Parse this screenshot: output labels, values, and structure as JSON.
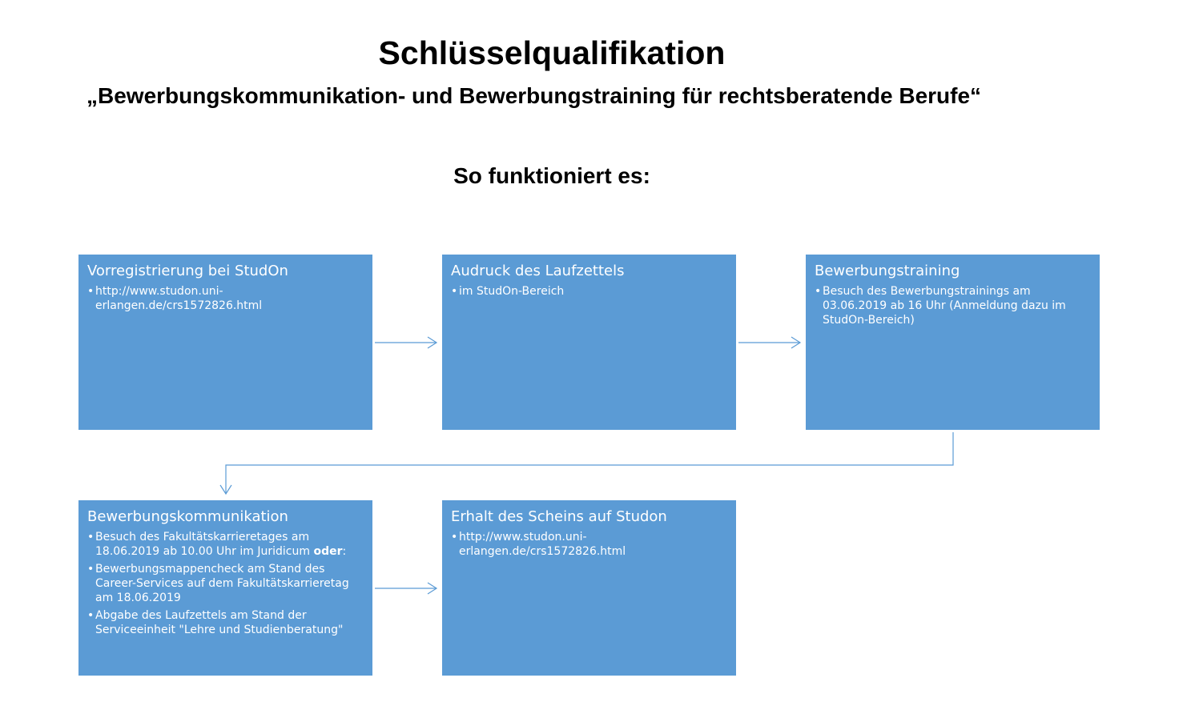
{
  "header": {
    "title": "Schlüsselqualifikation",
    "subtitle": "„Bewerbungskommunikation- und Bewerbungstraining für rechtsberatende Berufe“",
    "section_heading": "So funktioniert es:"
  },
  "colors": {
    "box_fill": "#5b9bd5",
    "box_text": "#ffffff",
    "connector": "#5b9bd5"
  },
  "steps": [
    {
      "title": "Vorregistrierung bei StudOn",
      "bullets": [
        "http://www.studon.uni-erlangen.de/crs1572826.html"
      ]
    },
    {
      "title": "Audruck des Laufzettels",
      "bullets": [
        "im StudOn-Bereich"
      ]
    },
    {
      "title": "Bewerbungstraining",
      "bullets": [
        "Besuch des Bewerbungstrainings am 03.06.2019 ab 16 Uhr (Anmeldung dazu im StudOn-Bereich)"
      ]
    },
    {
      "title": "Bewerbungskommunikation",
      "bullets": [
        {
          "text": "Besuch des Fakultätskarrieretages am 18.06.2019 ab 10.00 Uhr im Juridicum ",
          "bold": "oder",
          "after": ":"
        },
        "Bewerbungsmappencheck am Stand des Career-Services auf dem Fakultätskarrieretag am 18.06.2019",
        "Abgabe des Laufzettels am Stand der Serviceeinheit \"Lehre und Studienberatung\""
      ]
    },
    {
      "title": "Erhalt des Scheins auf Studon",
      "bullets": [
        "http://www.studon.uni-erlangen.de/crs1572826.html"
      ]
    }
  ]
}
